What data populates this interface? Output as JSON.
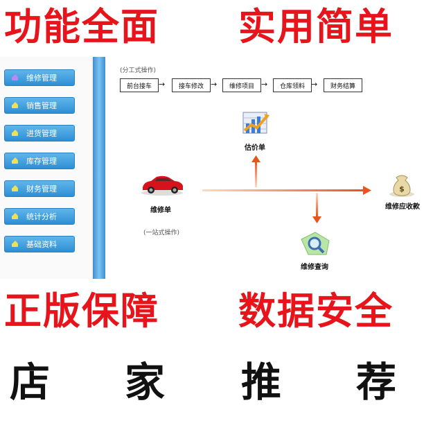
{
  "banners": {
    "top_left": "功能全面",
    "top_right": "实用简单",
    "mid_left": "正版保障",
    "mid_right": "数据安全",
    "bottom": [
      "店",
      "家",
      "推",
      "荐"
    ]
  },
  "sidebar": {
    "items": [
      {
        "label": "维修管理",
        "icon": "home-icon"
      },
      {
        "label": "销售管理",
        "icon": "home-icon"
      },
      {
        "label": "进货管理",
        "icon": "home-icon"
      },
      {
        "label": "库存管理",
        "icon": "home-icon"
      },
      {
        "label": "财务管理",
        "icon": "home-icon"
      },
      {
        "label": "统计分析",
        "icon": "home-icon"
      },
      {
        "label": "基础资料",
        "icon": "home-icon"
      }
    ]
  },
  "workflow": {
    "split_hint": "(分工式操作)",
    "steps": [
      "前台接车",
      "接车修改",
      "维修项目",
      "仓库领料",
      "财务结算"
    ],
    "arrow": "→",
    "one_stop_hint": "(一站式操作)",
    "nodes": {
      "repair_order": "维修单",
      "estimate": "估价单",
      "receivable": "维修应收款",
      "query": "维修查询"
    }
  },
  "colors": {
    "banner_red": "#e8141b",
    "nav_blue": "#2f8ed3",
    "flow_arrow": "#e8541b"
  }
}
